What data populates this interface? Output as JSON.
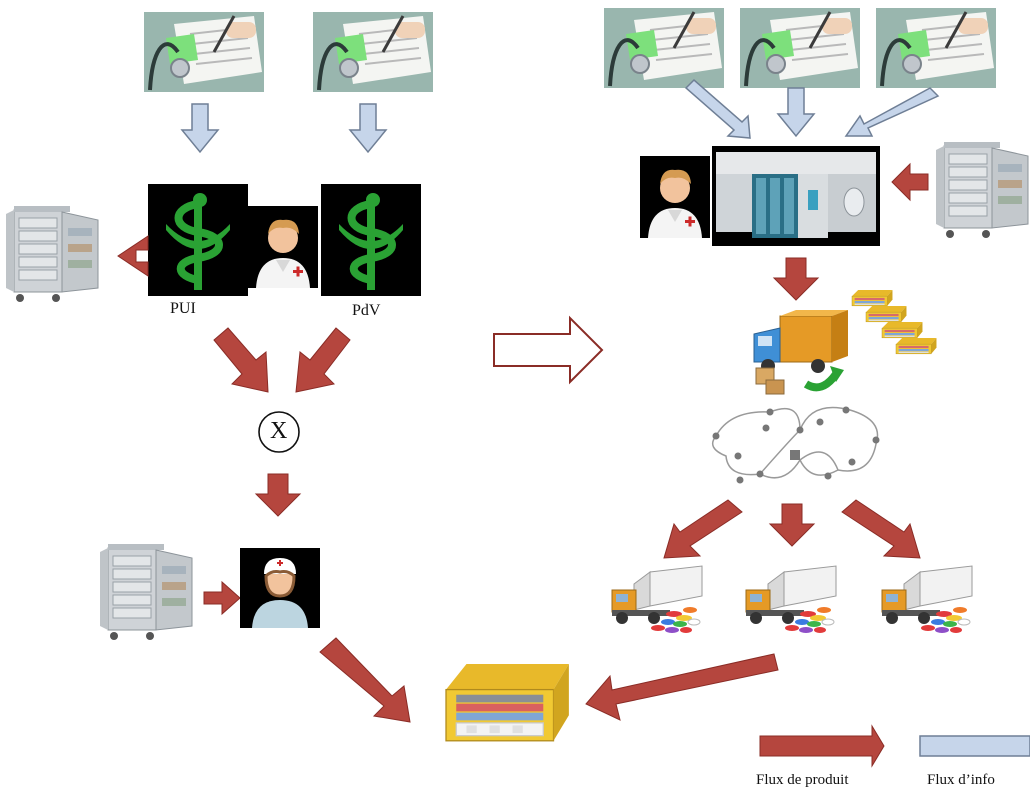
{
  "labels": {
    "pui": "PUI",
    "pdv": "PdV",
    "merge_symbol": "X"
  },
  "legend": {
    "product_flow": "Flux de produit",
    "info_flow": "Flux d’info"
  },
  "colors": {
    "product_flow": "#b5463e",
    "product_flow_edge": "#8a2c26",
    "info_flow": "#c6d5ea",
    "info_flow_edge": "#6f7f96",
    "transition_arrow": "#8a2c26",
    "pharmacy_cross": "#2aa234",
    "cabinet": "#d7d9dc",
    "truck_orange": "#e59a26",
    "pill_box": "#f1c933",
    "network_node": "#777777"
  },
  "icons": [
    "prescription-photo-icon",
    "pharmacy-caduceus-icon",
    "pharmacist-icon",
    "nurse-icon",
    "medication-cart-icon",
    "robot-dispenser-icon",
    "delivery-truck-icon",
    "pill-box-icon",
    "distribution-network-icon",
    "dump-truck-pills-icon"
  ]
}
